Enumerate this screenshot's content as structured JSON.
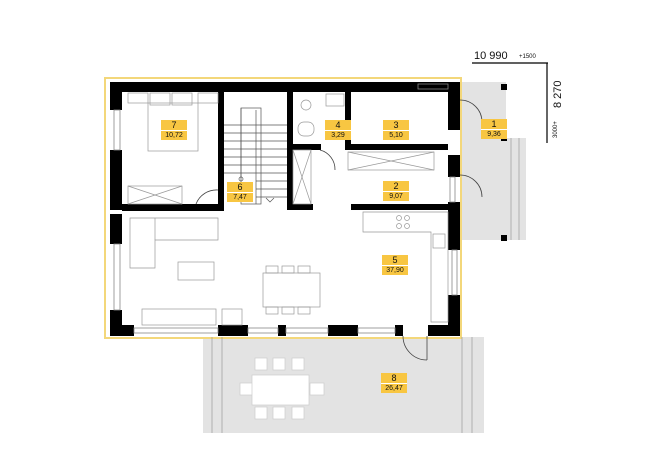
{
  "dimensions": {
    "width_main": "10 990",
    "width_extra": "+1500",
    "depth_main": "8 270",
    "depth_extra": "3000+"
  },
  "rooms": [
    {
      "id": "1",
      "number": "1",
      "area": "9,36"
    },
    {
      "id": "2",
      "number": "2",
      "area": "9,07"
    },
    {
      "id": "3",
      "number": "3",
      "area": "5,10"
    },
    {
      "id": "4",
      "number": "4",
      "area": "3,29"
    },
    {
      "id": "5",
      "number": "5",
      "area": "37,90"
    },
    {
      "id": "6",
      "number": "6",
      "area": "7,47"
    },
    {
      "id": "7",
      "number": "7",
      "area": "10,72"
    },
    {
      "id": "8",
      "number": "8",
      "area": "26,47"
    }
  ],
  "colors": {
    "label_bg": "#f8c642",
    "outline": "#f3d77a",
    "terrace": "#e3e3e3",
    "wall": "#000000"
  }
}
